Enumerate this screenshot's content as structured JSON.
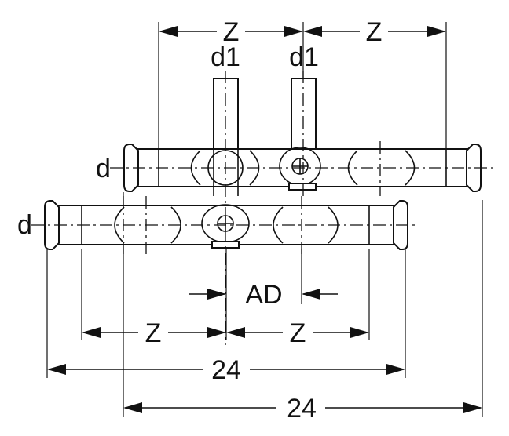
{
  "labels": {
    "z_top_left": "Z",
    "z_top_right": "Z",
    "d1_left": "d1",
    "d1_right": "d1",
    "d_upper": "d",
    "d_lower": "d",
    "ad": "AD",
    "z_bottom_left": "Z",
    "z_bottom_right": "Z",
    "dim_24_upper": "24",
    "dim_24_lower": "24"
  }
}
